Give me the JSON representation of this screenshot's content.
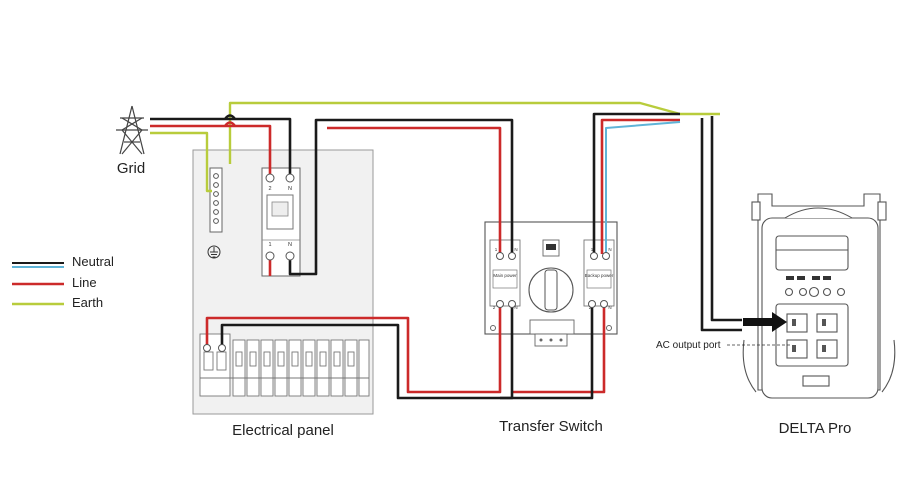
{
  "legend": {
    "neutral": "Neutral",
    "line": "Line",
    "earth": "Earth"
  },
  "labels": {
    "grid": "Grid",
    "electrical_panel": "Electrical panel",
    "transfer_switch": "Transfer Switch",
    "delta_pro": "DELTA Pro",
    "ac_output_port": "AC output port",
    "main_power": "Main power",
    "backup_power": "Backup power"
  },
  "terminals": {
    "two": "2",
    "one": "1",
    "n": "N"
  },
  "colors": {
    "neutral": "#1a1a1a",
    "line": "#cc2a2a",
    "earth": "#b8cc3c",
    "blue": "#5fb4d8",
    "panel_fill": "#f1f1f1",
    "outline": "#555555"
  }
}
